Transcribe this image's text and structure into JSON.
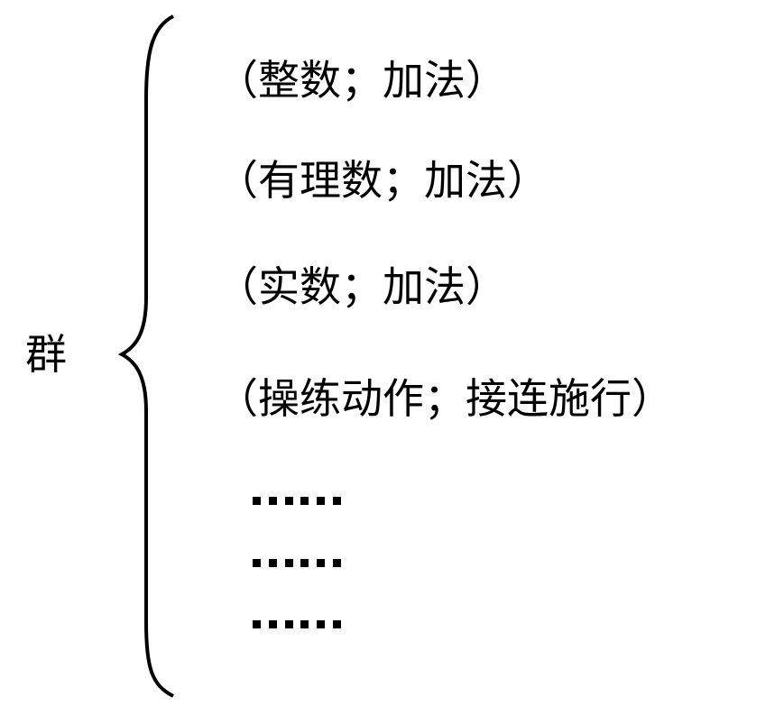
{
  "diagram": {
    "root_label": "群",
    "items": [
      "（整数；加法）",
      "（有理数；加法）",
      "（实数；加法）",
      "（操练动作；接连施行）"
    ],
    "ellipsis_rows": [
      "……",
      "……",
      "……"
    ],
    "colors": {
      "text": "#000000",
      "background": "#ffffff"
    }
  }
}
